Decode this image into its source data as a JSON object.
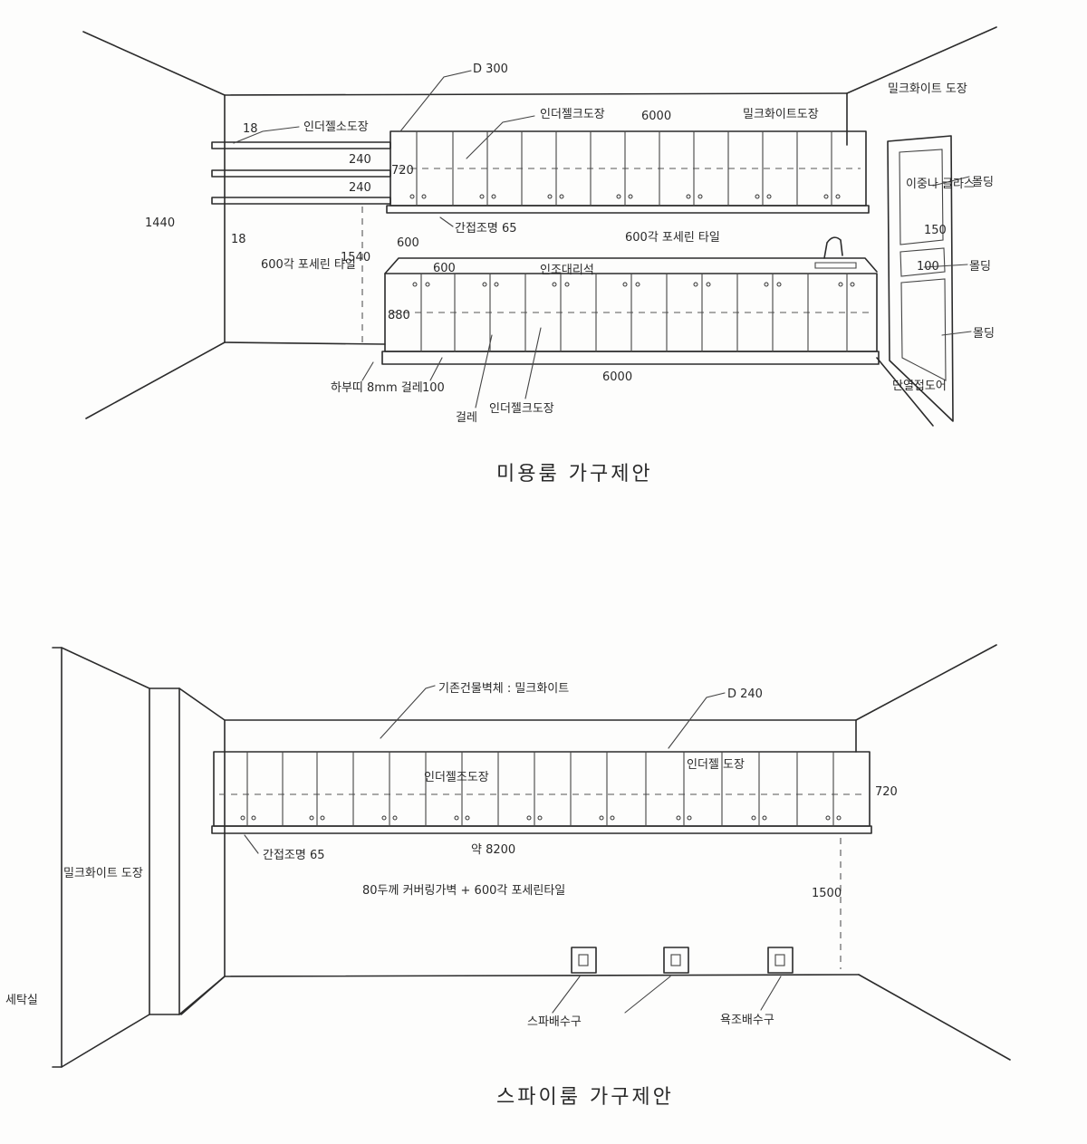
{
  "upper_plan": {
    "title": "미용룸 가구제안",
    "labels": {
      "top_right": "밀크화이트 도장",
      "depth": "D 300",
      "shelf_finish": "인더젤소도장",
      "shelf_thickness_top": "18",
      "shelf_thickness_bottom": "18",
      "shelf_gap_1": "240",
      "shelf_gap_2": "240",
      "left_height": "1440",
      "upper_cab_finish": "인더젤크도장",
      "upper_width": "6000",
      "upper_cab_color": "밀크화이트도장",
      "upper_height": "720",
      "hidden_handle": "간접조명 65",
      "tile_note": "600각 포세린 타일",
      "counter_gap": "600",
      "counter_height_from_floor": "1540",
      "wall_tile": "600각 포세린 타일",
      "counter_top_depth": "600",
      "counter_top": "인조대리석",
      "lower_height": "880",
      "base_note": "하부띠 8mm 걸레",
      "base_height": "100",
      "base_label": "걸레",
      "lower_finish": "인더젤크도장",
      "lower_width": "6000",
      "door_glass": "이중나 글라스",
      "door_mold_1": "몰딩",
      "door_dim_1": "150",
      "door_mold_2": "몰딩",
      "door_dim_2": "100",
      "door_mold_3": "몰딩",
      "door_type": "단열접도어"
    }
  },
  "lower_plan": {
    "title": "스파이룸 가구제안",
    "labels": {
      "structure_note": "기존건물벽체 : 밀크화이트",
      "depth": "D 240",
      "cab_finish_1": "인더젤조도장",
      "cab_finish_2": "인더젤 도장",
      "height": "720",
      "hidden_light": "간접조명 65",
      "width": "약 8200",
      "wall_finish": "80두께 커버링가벽 + 600각 포세린타일",
      "cab_height_from_floor": "1500",
      "left_wall": "밀크화이트 도장",
      "left_room": "세탁실",
      "drain_1": "스파배수구",
      "drain_2": "욕조배수구"
    }
  }
}
